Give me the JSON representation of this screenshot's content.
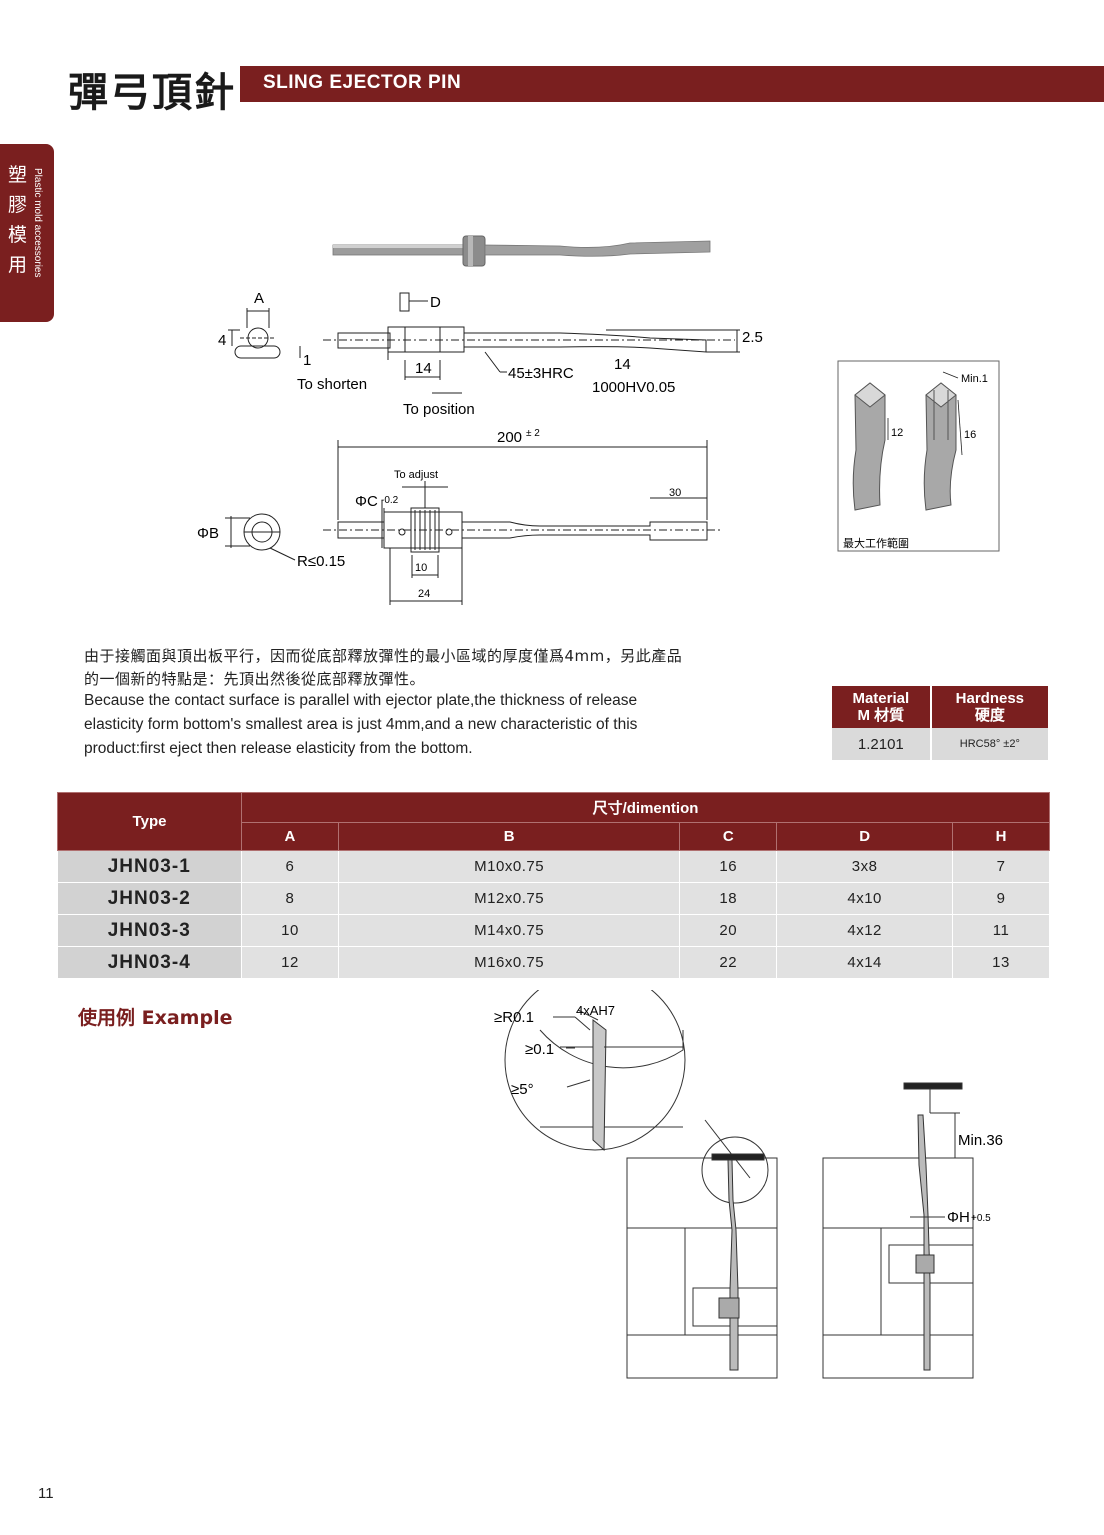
{
  "header": {
    "title_cn": "彈弓頂針",
    "title_en": "SLING EJECTOR PIN"
  },
  "side_tab": {
    "cn": "塑膠模用",
    "en": "Plastic mold accessories"
  },
  "drawing": {
    "A": "A",
    "D": "D",
    "four": "4",
    "one": "1",
    "to_shorten": "To shorten",
    "fourteen": "14",
    "to_position": "To position",
    "hrc": "45±3HRC",
    "hv_num": "14",
    "hv": "1000HV0.05",
    "two_five": "2.5",
    "length": "200",
    "length_tol": "± 2",
    "to_adjust": "To adjust",
    "phi_c": "ΦC",
    "phi_c_tol": "-0.2",
    "thirty": "30",
    "phi_b": "ΦB",
    "r_val": "R≤0.15",
    "ten": "10",
    "twenty_four": "24"
  },
  "inset": {
    "min1": "Min.1",
    "twelve": "12",
    "sixteen": "16",
    "caption": "最大工作範圍"
  },
  "description": {
    "cn_line1": "由于接觸面與頂出板平行，因而從底部釋放彈性的最小區域的厚度僅爲4mm，另此產品",
    "cn_line2": "的一個新的特點是：先頂出然後從底部釋放彈性。",
    "en_line1": "Because the contact surface is parallel with ejector plate,the thickness of release",
    "en_line2": "elasticity form bottom's smallest area is just 4mm,and a new characteristic of this",
    "en_line3": "product:first eject then release elasticity from the bottom."
  },
  "material_table": {
    "material_en": "Material",
    "material_cn": "M 材質",
    "hardness_en": "Hardness",
    "hardness_cn": "硬度",
    "material_value": "1.2101",
    "hardness_value": "HRC58° ±2°"
  },
  "dim_table": {
    "type_header": "Type",
    "group_header": "尺寸/dimention",
    "columns": [
      "A",
      "B",
      "C",
      "D",
      "H"
    ],
    "rows": [
      {
        "type": "JHN03-1",
        "A": "6",
        "B": "M10x0.75",
        "C": "16",
        "D": "3x8",
        "H": "7"
      },
      {
        "type": "JHN03-2",
        "A": "8",
        "B": "M12x0.75",
        "C": "18",
        "D": "4x10",
        "H": "9"
      },
      {
        "type": "JHN03-3",
        "A": "10",
        "B": "M14x0.75",
        "C": "20",
        "D": "4x12",
        "H": "11"
      },
      {
        "type": "JHN03-4",
        "A": "12",
        "B": "M16x0.75",
        "C": "22",
        "D": "4x14",
        "H": "13"
      }
    ]
  },
  "example": {
    "label": "使用例 Example",
    "r01": "≥R0.1",
    "ah7": "4xAH7",
    "zero_one": "≥0.1",
    "five_deg": "≥5°",
    "min36": "Min.36",
    "phi_h": "ΦH",
    "phi_h_tol": "+0.5"
  },
  "page_number": "11",
  "colors": {
    "accent": "#7a1f1f",
    "table_gray": "#e1e1e1"
  }
}
